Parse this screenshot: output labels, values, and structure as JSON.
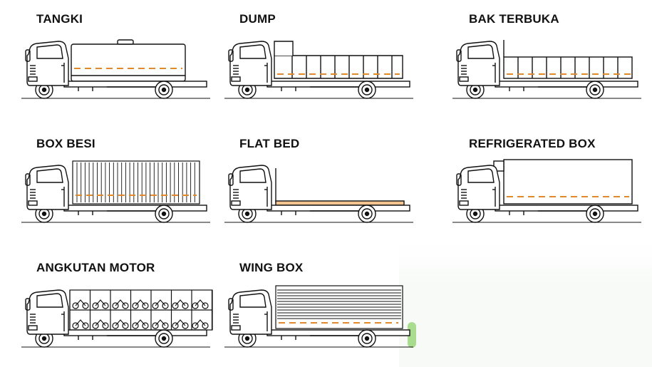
{
  "colors": {
    "line": "#111111",
    "accent_dash": "#e08a2c",
    "bed_fill": "#f3c48f"
  },
  "trucks": [
    {
      "label": "TANGKI",
      "type": "tank"
    },
    {
      "label": "DUMP",
      "type": "dump"
    },
    {
      "label": "BAK TERBUKA",
      "type": "open-bed"
    },
    {
      "label": "BOX BESI",
      "type": "steel-box"
    },
    {
      "label": "FLAT BED",
      "type": "flat-bed"
    },
    {
      "label": "REFRIGERATED BOX",
      "type": "refrigerated-box"
    },
    {
      "label": "ANGKUTAN MOTOR",
      "type": "motorcycle-carrier"
    },
    {
      "label": "WING BOX",
      "type": "wing-box"
    }
  ]
}
